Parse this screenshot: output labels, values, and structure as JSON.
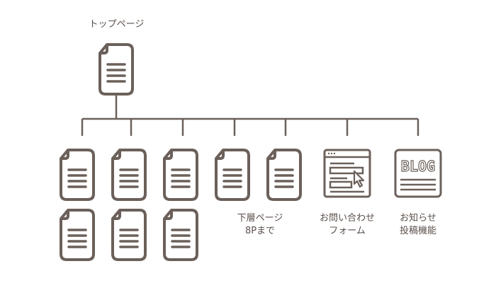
{
  "root": {
    "label": "トップページ",
    "icon": "document-icon"
  },
  "colors": {
    "stroke": "#6b605a",
    "text": "#5a504b",
    "background": "#ffffff"
  },
  "children": [
    {
      "id": "page-1",
      "icon": "document-icon"
    },
    {
      "id": "page-2",
      "icon": "document-icon"
    },
    {
      "id": "page-3",
      "icon": "document-icon"
    },
    {
      "id": "page-4",
      "icon": "document-icon"
    },
    {
      "id": "page-5",
      "icon": "document-icon"
    },
    {
      "id": "page-6",
      "icon": "document-icon"
    },
    {
      "id": "page-7",
      "icon": "document-icon"
    },
    {
      "id": "page-8",
      "icon": "document-icon"
    }
  ],
  "groups": {
    "lower_pages": {
      "line1": "下層ページ",
      "line2": "8Pまで"
    },
    "contact_form": {
      "line1": "お問い合わせ",
      "line2": "フォーム",
      "icon": "browser-form-icon"
    },
    "news_blog": {
      "line1": "お知らせ",
      "line2": "投稿機能",
      "icon": "blog-icon",
      "icon_text": "BLOG"
    }
  }
}
